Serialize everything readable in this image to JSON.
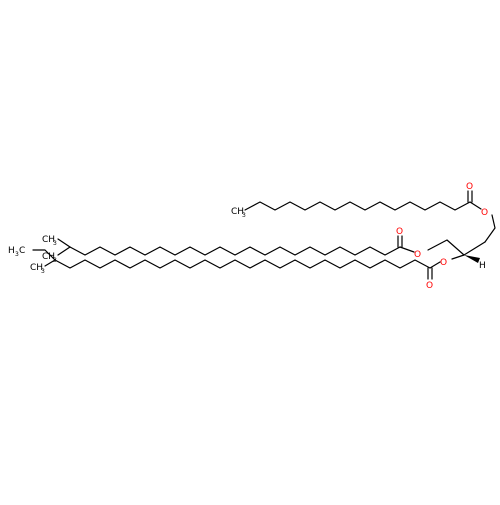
{
  "structure": {
    "labels": {
      "oxygen": "O",
      "hydrogen": "H",
      "ch3": "CH",
      "ch3_sub": "3",
      "h3c_h": "H",
      "h3c_sub": "3",
      "h3c_c": "C"
    },
    "colors": {
      "bond": "#000000",
      "oxygen": "#ff0000",
      "carbon_label": "#000000"
    }
  }
}
